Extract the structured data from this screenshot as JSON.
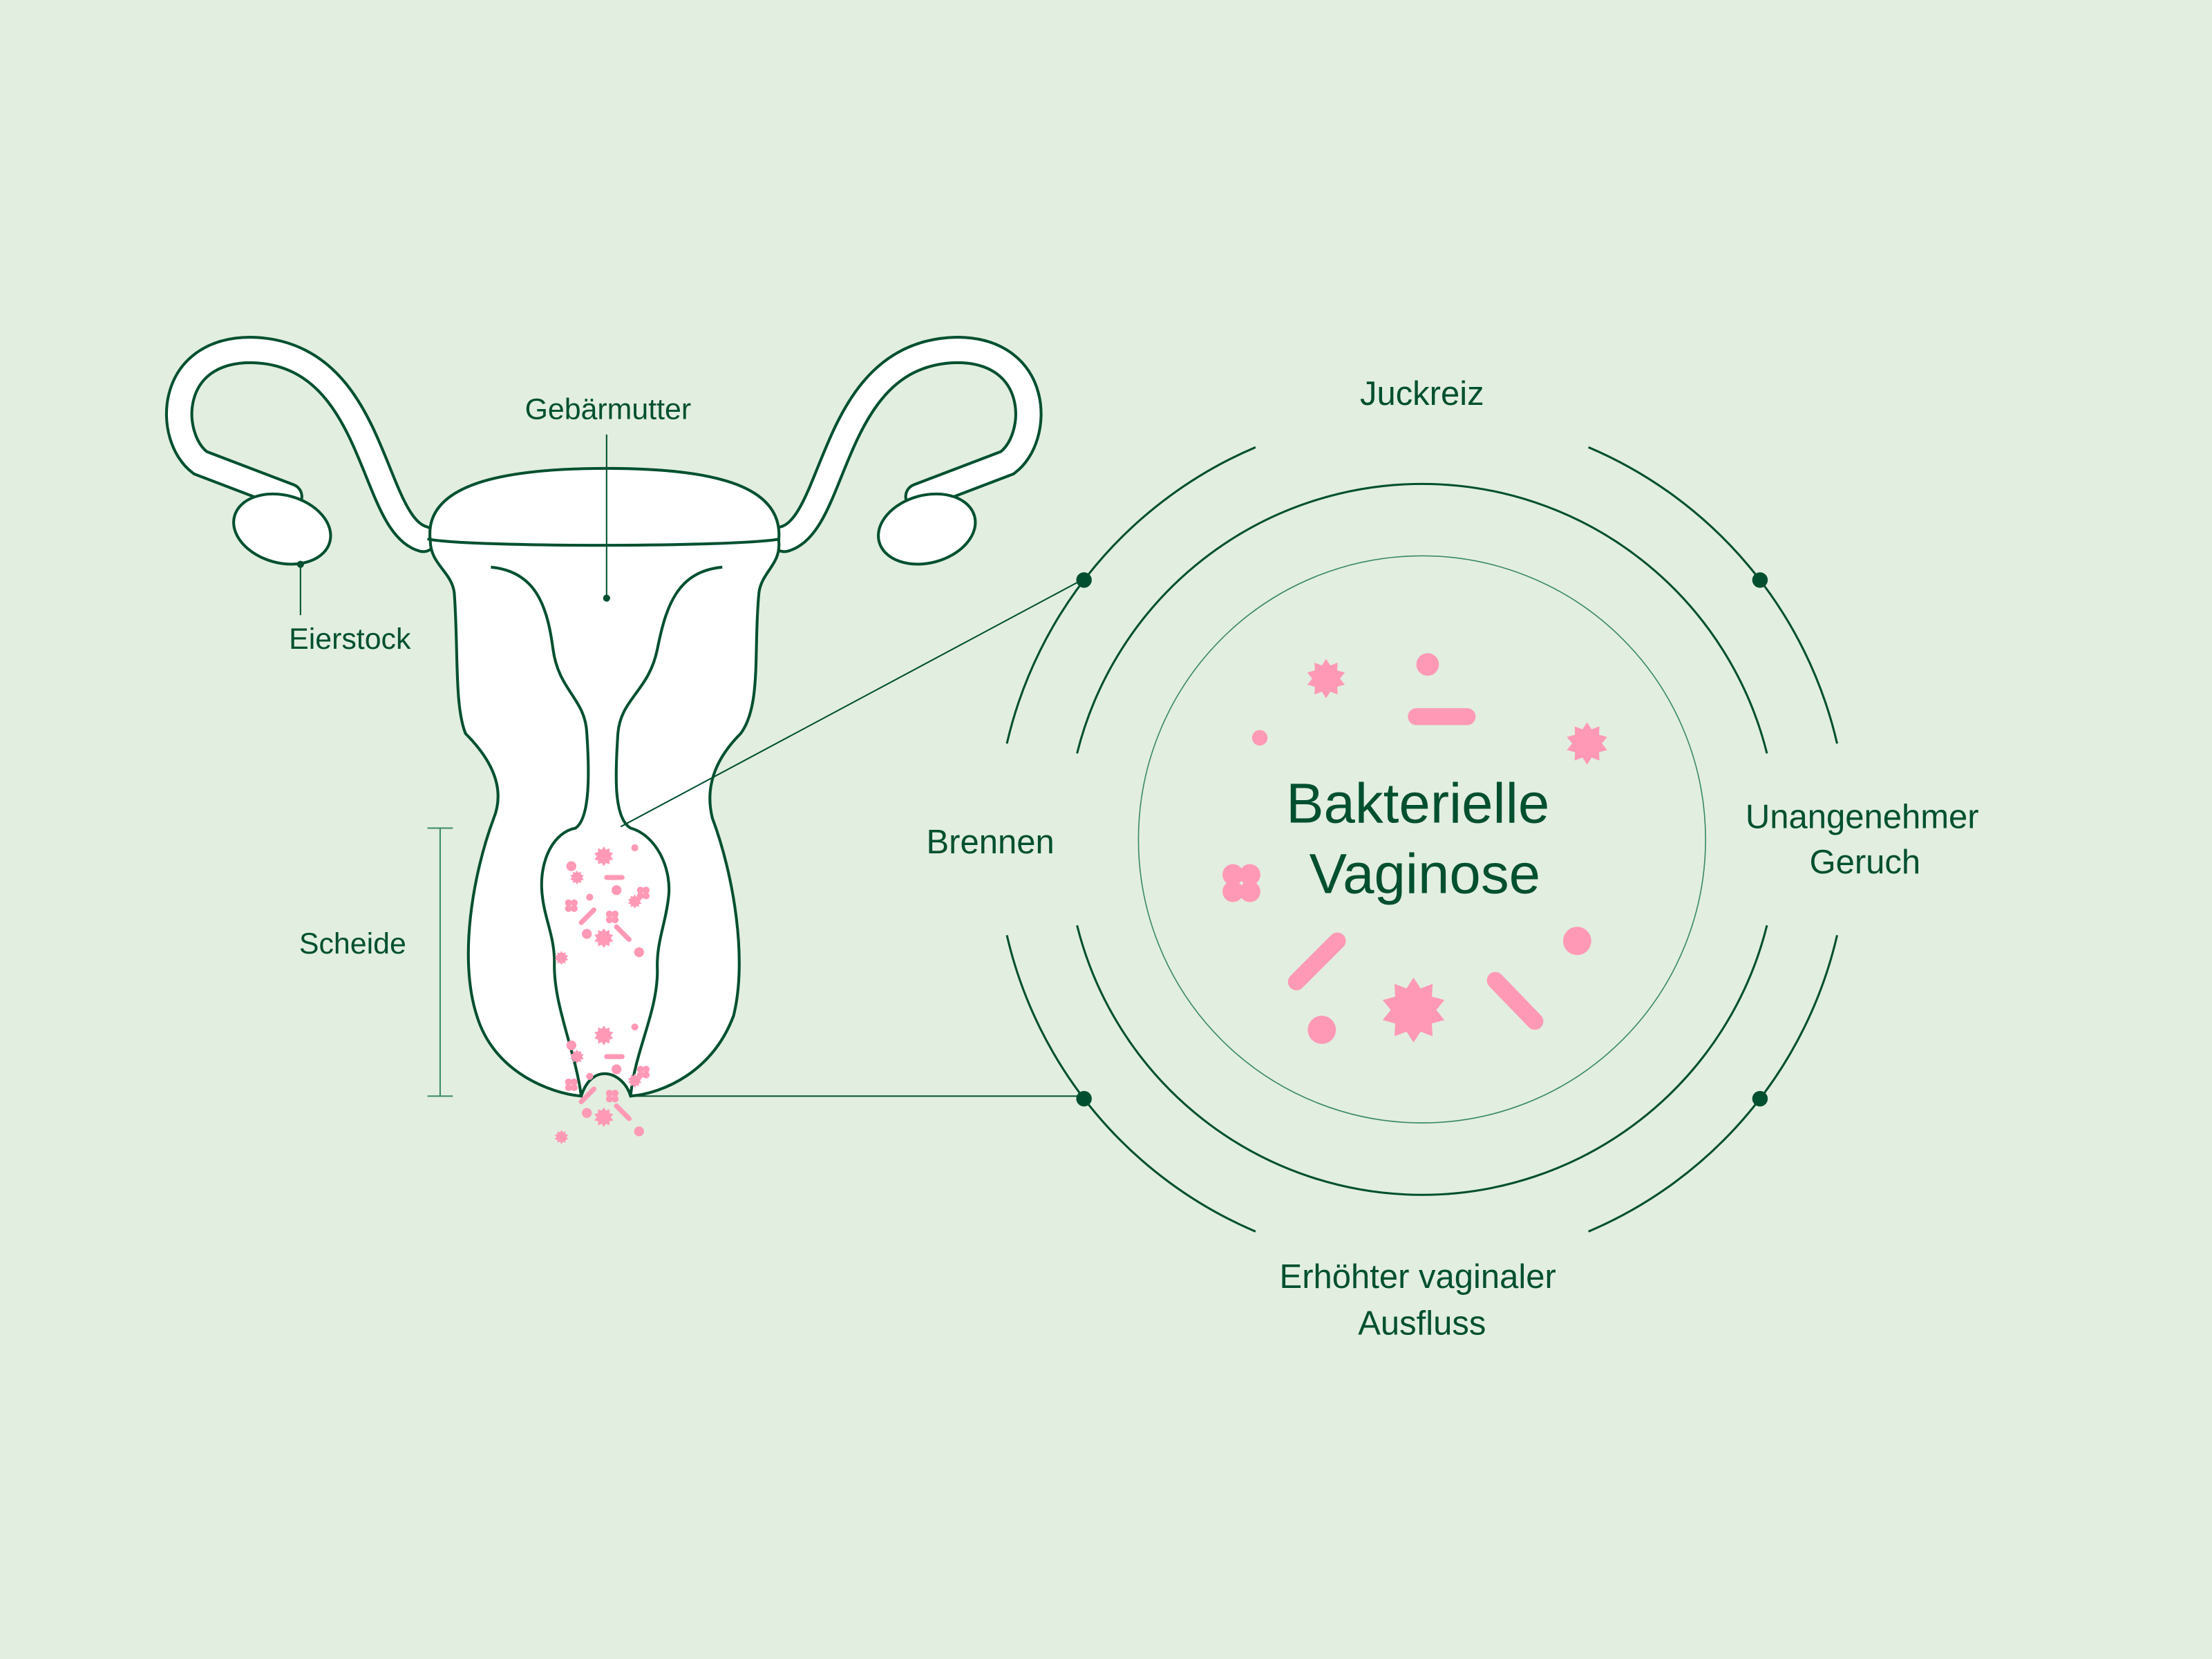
{
  "colors": {
    "background": "#e2eee0",
    "line": "#00502f",
    "bacteria": "#ff99b6"
  },
  "anatomy": {
    "uterus_label": "Gebärmutter",
    "ovary_label": "Eierstock",
    "vagina_label": "Scheide"
  },
  "title": {
    "line1": "Bakterielle",
    "line2": "Vaginose"
  },
  "symptoms": {
    "top": "Juckreiz",
    "left": "Brennen",
    "right_line1": "Unangenehmer",
    "right_line2": "Geruch",
    "bottom_line1": "Erhöhter vaginaler",
    "bottom_line2": "Ausfluss"
  }
}
